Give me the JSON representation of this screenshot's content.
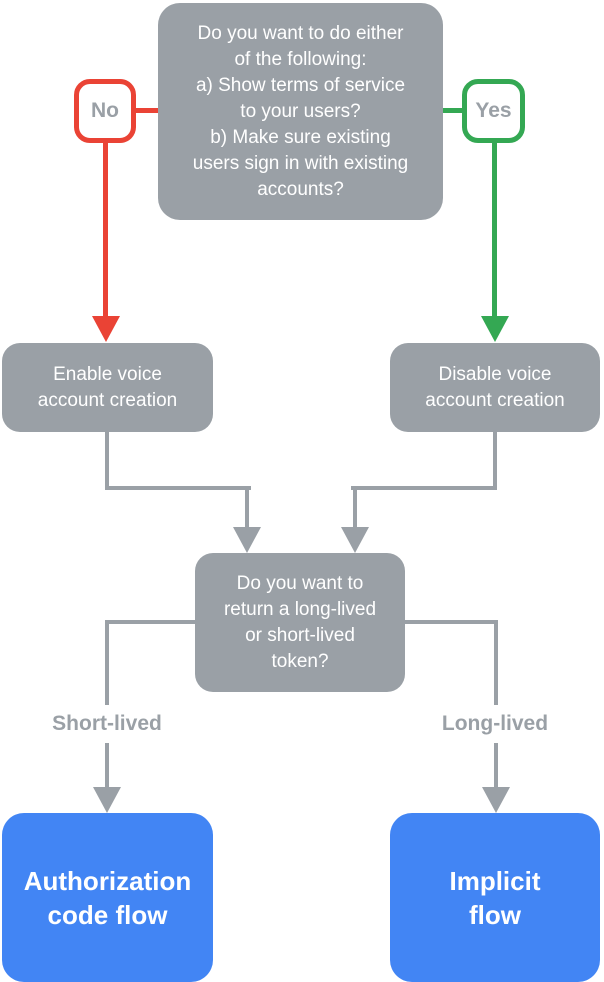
{
  "colors": {
    "node_gray": "#9AA0A6",
    "connector_gray": "#9AA0A6",
    "no_red": "#EA4335",
    "yes_green": "#34A853",
    "result_blue": "#4285F4",
    "label_text_gray": "#9AA0A6",
    "node_text_white": "#FFFFFF",
    "background": "#FFFFFF"
  },
  "nodes": {
    "top_question": {
      "text": "Do you want to do either\nof the following:\na) Show terms of service\nto your users?\nb) Make sure existing\nusers sign in with existing\naccounts?"
    },
    "no_label": {
      "text": "No"
    },
    "yes_label": {
      "text": "Yes"
    },
    "enable_voice": {
      "text": "Enable voice\naccount creation"
    },
    "disable_voice": {
      "text": "Disable voice\naccount creation"
    },
    "token_question": {
      "text": "Do you want to\nreturn a long-lived\nor short-lived\ntoken?"
    },
    "short_lived_label": {
      "text": "Short-lived"
    },
    "long_lived_label": {
      "text": "Long-lived"
    },
    "authorization_code_flow": {
      "text": "Authorization\ncode flow"
    },
    "implicit_flow": {
      "text": "Implicit\nflow"
    }
  },
  "edges": [
    {
      "from": "top_question",
      "label": "No",
      "to": "enable_voice",
      "color": "#EA4335"
    },
    {
      "from": "top_question",
      "label": "Yes",
      "to": "disable_voice",
      "color": "#34A853"
    },
    {
      "from": "enable_voice",
      "label": "",
      "to": "token_question",
      "color": "#9AA0A6"
    },
    {
      "from": "disable_voice",
      "label": "",
      "to": "token_question",
      "color": "#9AA0A6"
    },
    {
      "from": "token_question",
      "label": "Short-lived",
      "to": "authorization_code_flow",
      "color": "#9AA0A6"
    },
    {
      "from": "token_question",
      "label": "Long-lived",
      "to": "implicit_flow",
      "color": "#9AA0A6"
    }
  ]
}
